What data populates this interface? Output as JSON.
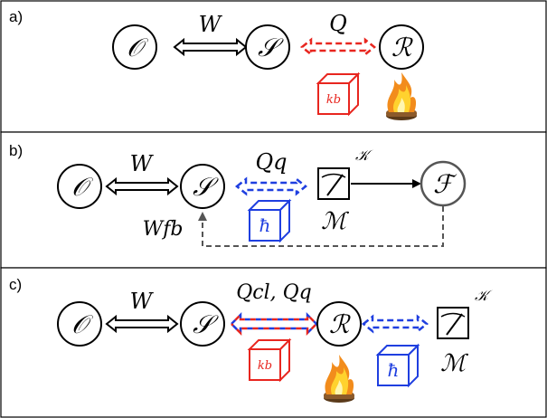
{
  "panels": [
    {
      "label": "a)",
      "nodes": [
        "𝒪",
        "𝒮",
        "ℛ"
      ],
      "work": "W",
      "heat": "Q",
      "box": "kb"
    },
    {
      "label": "b)",
      "nodes": [
        "𝒪",
        "𝒮",
        "ℱ"
      ],
      "work": "W",
      "heat": "Qq",
      "meter": "ℳ",
      "kappa": "𝒦",
      "feedback": "Wfb",
      "box": "ħ"
    },
    {
      "label": "c)",
      "nodes": [
        "𝒪",
        "𝒮",
        "ℛ"
      ],
      "work": "W",
      "heat": "Qcl, Qq",
      "meter": "ℳ",
      "kappa": "𝒦",
      "box_red": "kb",
      "box_blue": "ħ"
    }
  ],
  "colors": {
    "red": "#e8261f",
    "blue": "#1f3fe0",
    "gray": "#555555",
    "border": "#000000"
  }
}
